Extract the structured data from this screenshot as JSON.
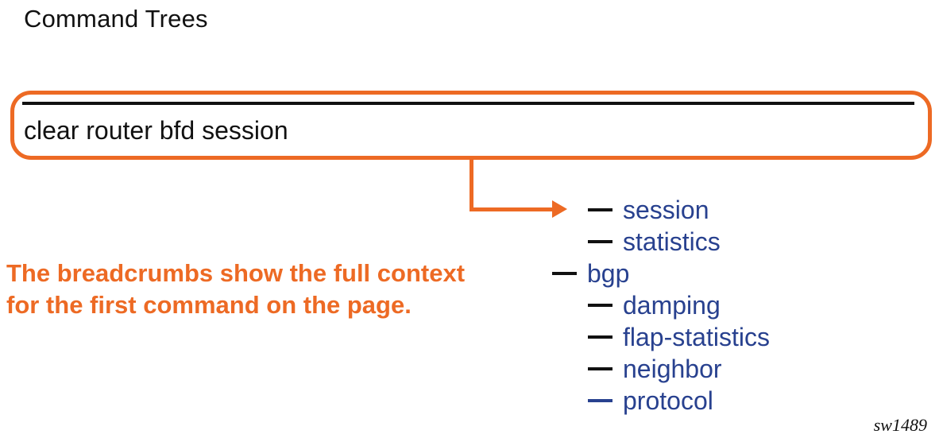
{
  "page": {
    "title": "Command Trees",
    "figure_id": "sw1489"
  },
  "breadcrumb_box": {
    "command": "clear router bfd session"
  },
  "caption": {
    "line1": "The breadcrumbs show the full context",
    "line2": "for the first command on the page."
  },
  "tree": {
    "items": [
      {
        "label": "session",
        "level": 2,
        "dash_color": "black"
      },
      {
        "label": "statistics",
        "level": 2,
        "dash_color": "black"
      },
      {
        "label": "bgp",
        "level": 1,
        "dash_color": "black"
      },
      {
        "label": "damping",
        "level": 2,
        "dash_color": "black"
      },
      {
        "label": "flap-statistics",
        "level": 2,
        "dash_color": "black"
      },
      {
        "label": "neighbor",
        "level": 2,
        "dash_color": "black"
      },
      {
        "label": "protocol",
        "level": 2,
        "dash_color": "navy"
      }
    ]
  },
  "colors": {
    "orange": "#ED6A24",
    "navy": "#28418F",
    "ink": "#111111"
  }
}
